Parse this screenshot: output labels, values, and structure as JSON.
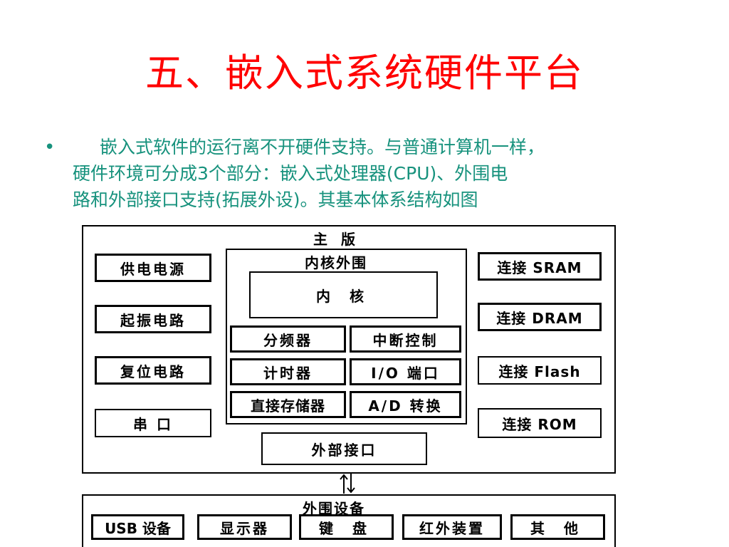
{
  "slide": {
    "title": "五、嵌入式系统硬件平台",
    "bullet": "•",
    "paragraph_lines": [
      "嵌入式软件的运行离不开硬件支持。与普通计算机一样，",
      "硬件环境可分成3个部分：嵌入式处理器(CPU)、外围电",
      "路和外部接口支持(拓展外设)。其基本体系结构如图"
    ]
  },
  "diagram": {
    "mainboard": {
      "label": "主 版",
      "left_blocks": [
        "供电电源",
        "起振电路",
        "复位电路",
        "串 口"
      ],
      "right_blocks": [
        "连接 SRAM",
        "连接 DRAM",
        "连接 Flash",
        "连接 ROM"
      ],
      "core_periphery": {
        "label": "内核外围",
        "core": "内 核",
        "units": [
          "分频器",
          "中断控制",
          "计时器",
          "I/O 端口",
          "直接存储器",
          "A/D 转换"
        ]
      },
      "external_interface": "外部接口"
    },
    "peripherals": {
      "label": "外围设备",
      "devices": [
        "USB 设备",
        "显示器",
        "键 盘",
        "红外装置",
        "其 他"
      ]
    }
  }
}
